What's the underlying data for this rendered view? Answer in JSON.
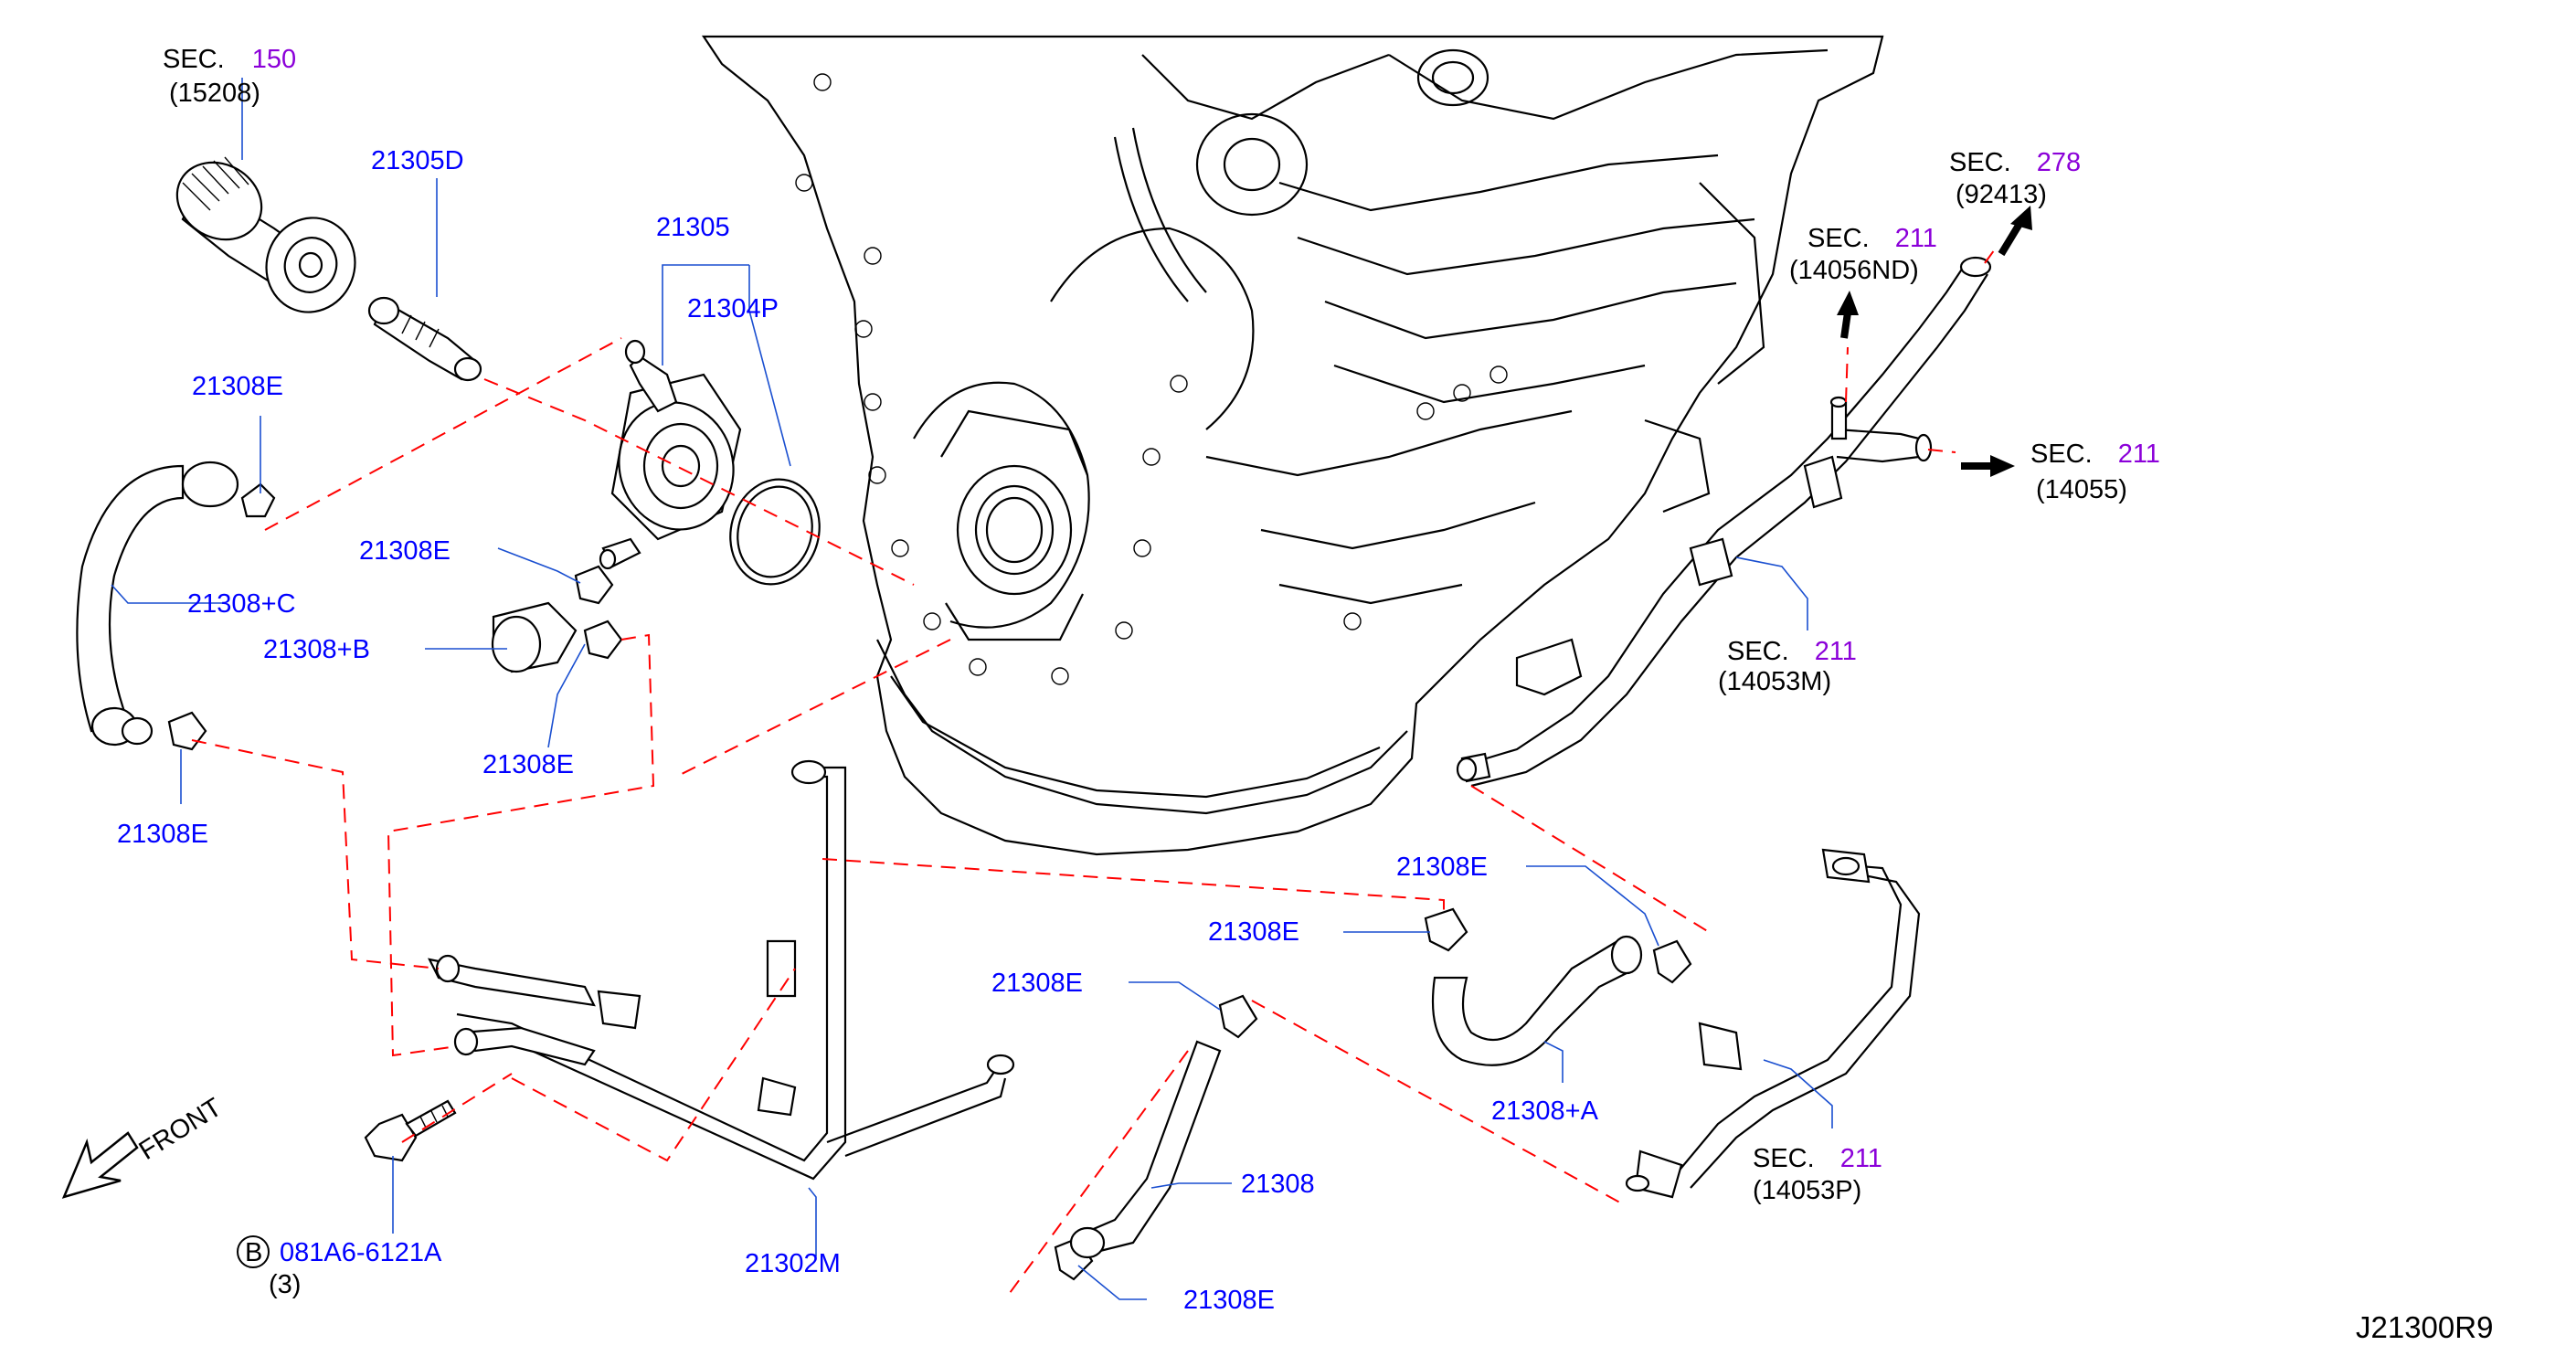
{
  "colors": {
    "part_number": "#0000ff",
    "section_number": "#8b00d9",
    "reference_text": "#000000",
    "leader_line": "#1a4fd0",
    "dashed_connector": "#ff0000"
  },
  "labels": {
    "sec150": {
      "prefix": "SEC.",
      "num": "150",
      "ref": "(15208)"
    },
    "p21305D": "21305D",
    "p21305": "21305",
    "p21304P": "21304P",
    "p21308E_a": "21308E",
    "p21308E_b": "21308E",
    "p21308C": "21308+C",
    "p21308B": "21308+B",
    "p21308E_c": "21308E",
    "p21308E_d": "21308E",
    "p21308E_e": "21308E",
    "p21308E_f": "21308E",
    "p21308E_g": "21308E",
    "p21308E_h": "21308E",
    "p21308A": "21308+A",
    "p21308": "21308",
    "p21302M": "21302M",
    "bolt": {
      "circle": "B",
      "num": "081A6-6121A",
      "qty": "(3)"
    },
    "sec278": {
      "prefix": "SEC.",
      "num": "278",
      "ref": "(92413)"
    },
    "sec211_nd": {
      "prefix": "SEC.",
      "num": "211",
      "ref": "(14056ND)"
    },
    "sec211_55": {
      "prefix": "SEC.",
      "num": "211",
      "ref": "(14055)"
    },
    "sec211_53m": {
      "prefix": "SEC.",
      "num": "211",
      "ref": "(14053M)"
    },
    "sec211_53p": {
      "prefix": "SEC.",
      "num": "211",
      "ref": "(14053P)"
    },
    "front": "FRONT",
    "diagram_id": "J21300R9"
  }
}
